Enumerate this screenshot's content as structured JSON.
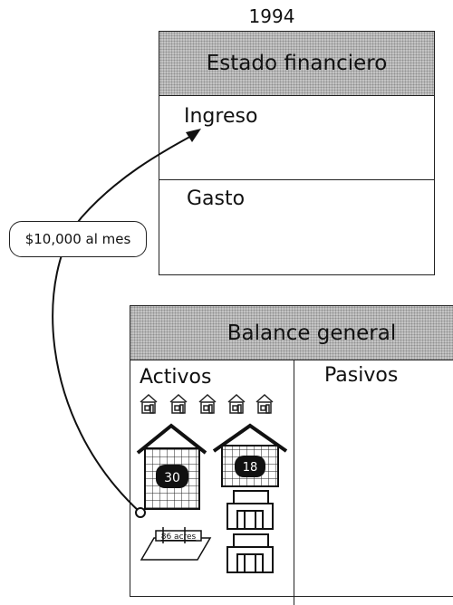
{
  "year": "1994",
  "income_statement": {
    "title": "Estado financiero",
    "income_label": "Ingreso",
    "expense_label": "Gasto"
  },
  "flow_label": "$10,000 al mes",
  "balance_sheet": {
    "title": "Balance general",
    "assets_label": "Activos",
    "liabilities_label": "Pasivos",
    "assets": {
      "small_houses_count": 5,
      "apartment_building_a_units": "30",
      "apartment_building_b_units": "18",
      "commercial_buildings_count": 2,
      "land_label": "86 acres"
    }
  }
}
